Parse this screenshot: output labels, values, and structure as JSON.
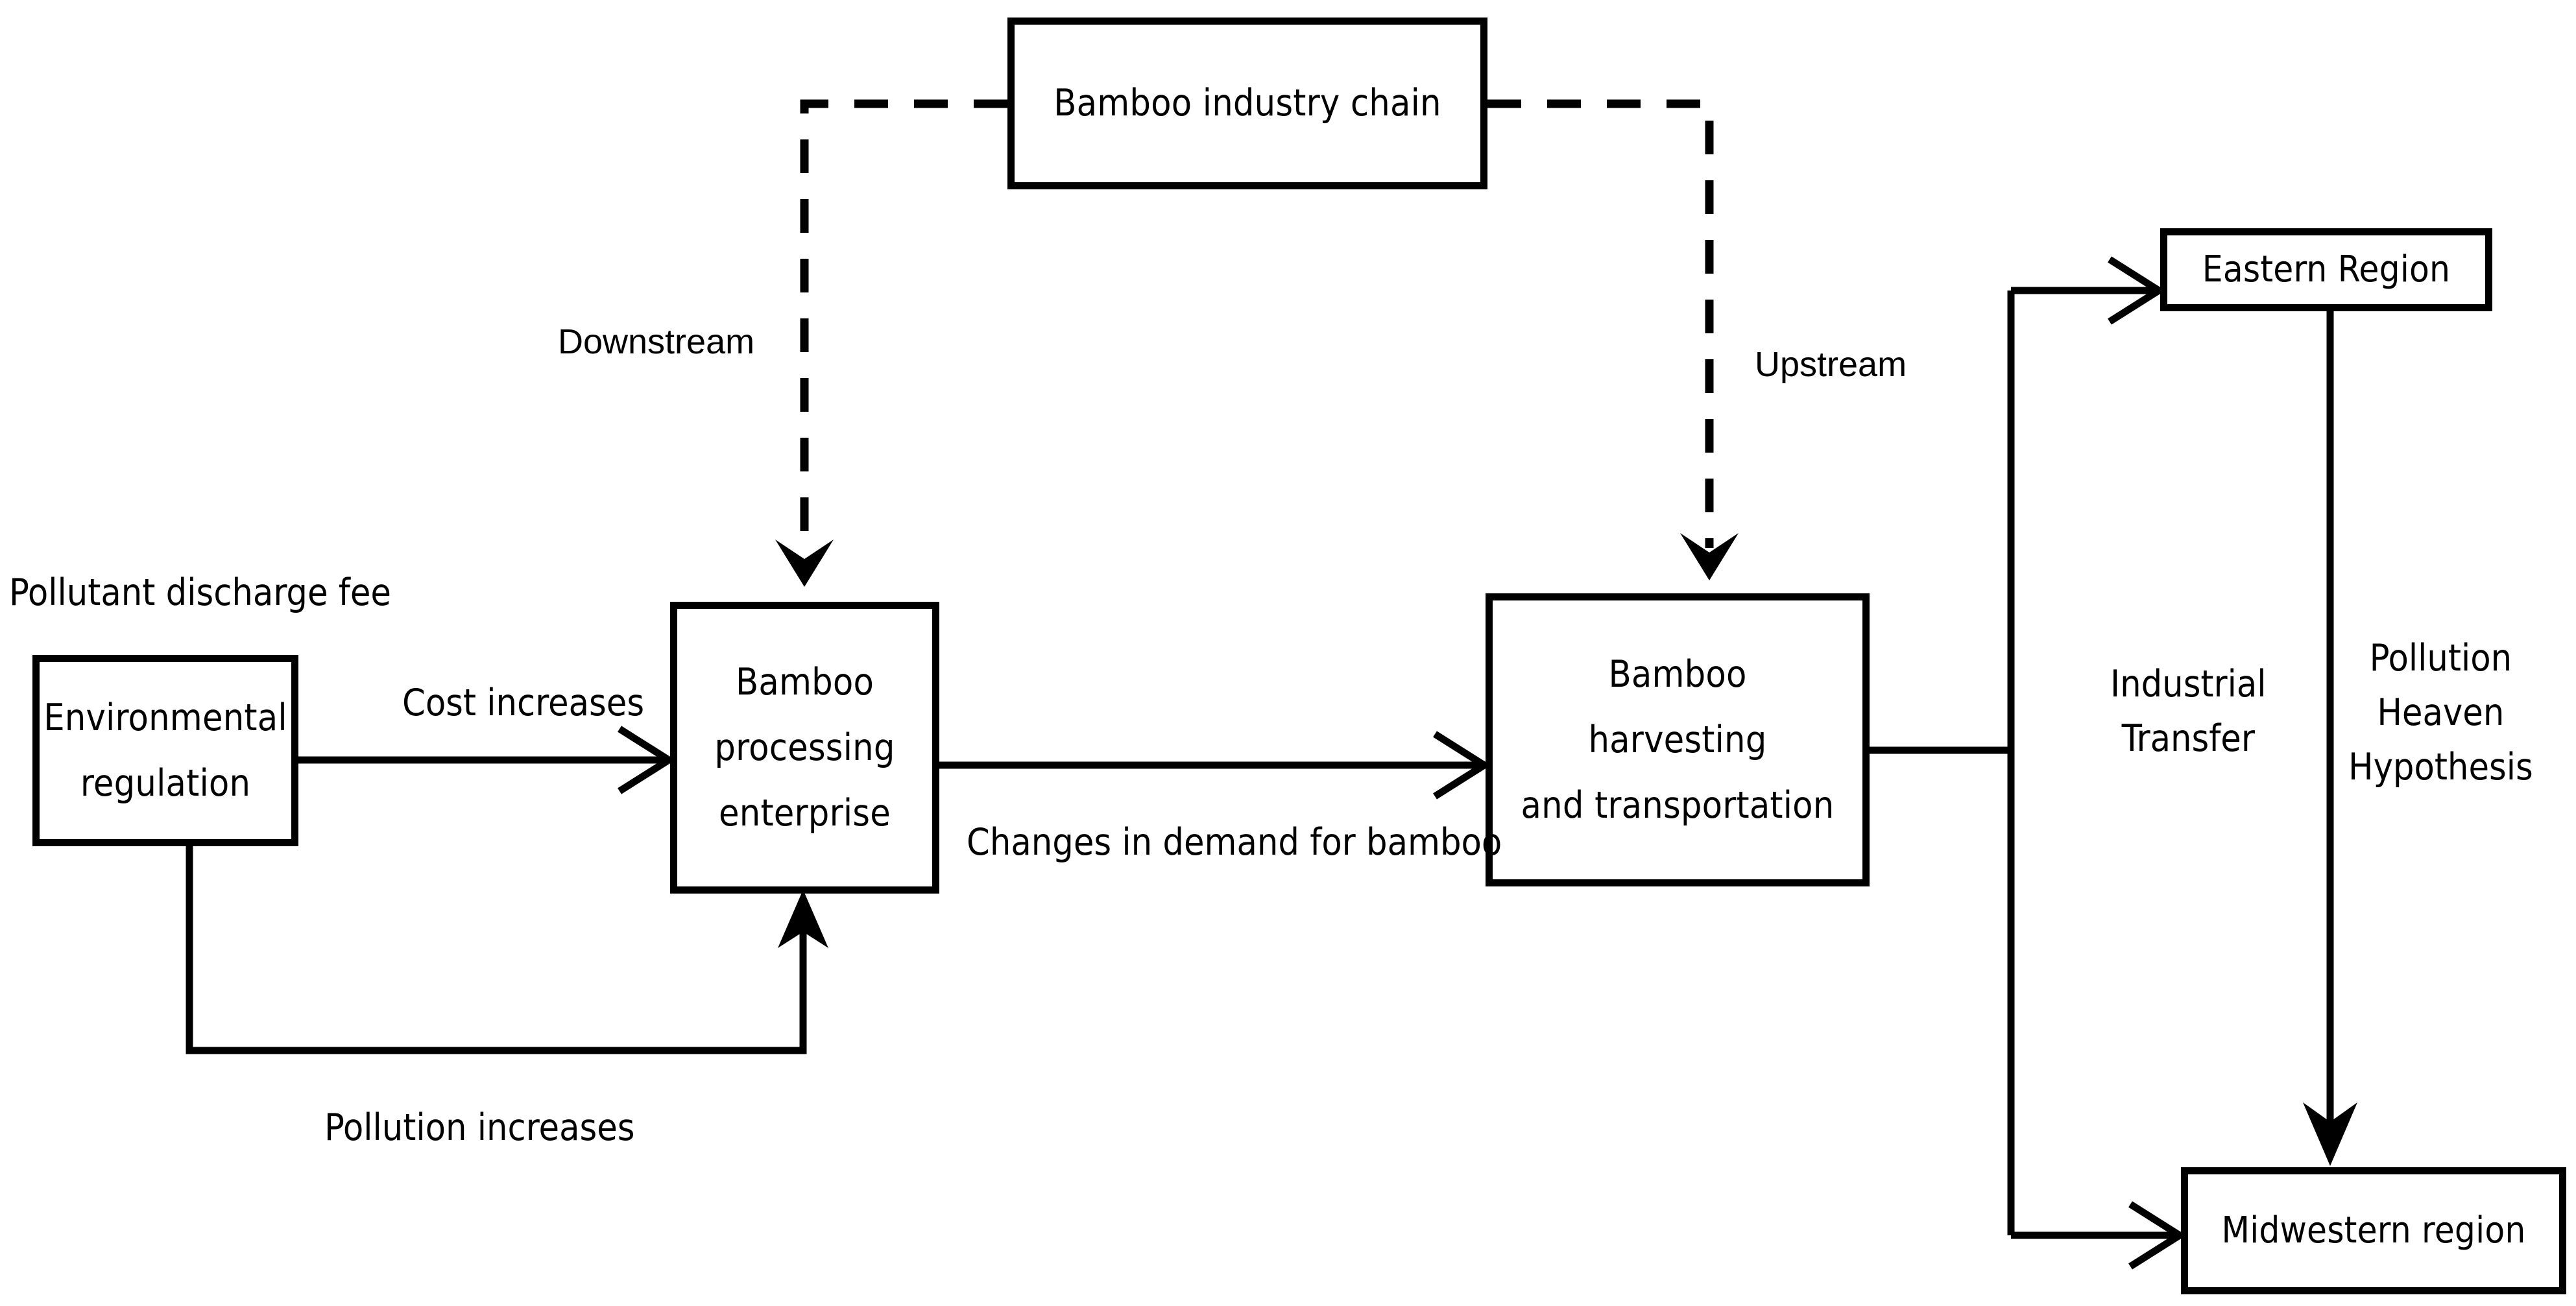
{
  "diagram": {
    "title": "Environmental regulation and the bamboo industry chain",
    "background_color": "#ffffff",
    "line_color": "#000000",
    "nodes": [
      {
        "id": "industry_chain",
        "label": "Bamboo industry chain"
      },
      {
        "id": "environmental_regulation",
        "lines": [
          "Environmental",
          "regulation"
        ]
      },
      {
        "id": "processing_enterprise",
        "lines": [
          "Bamboo",
          "processing",
          "enterprise"
        ]
      },
      {
        "id": "harvesting",
        "lines": [
          "Bamboo",
          "harvesting",
          "and transportation"
        ]
      },
      {
        "id": "eastern_region",
        "label": "Eastern Region"
      },
      {
        "id": "midwestern_region",
        "label": "Midwestern region"
      }
    ],
    "edge_labels": {
      "pollutant_discharge_fee": "Pollutant discharge fee",
      "cost_increases": "Cost increases",
      "demand_change": "Changes in demand for bamboo",
      "pollution_increases": "Pollution increases",
      "downstream": "Downstream",
      "upstream": "Upstream",
      "industrial_transfer": [
        "Industrial",
        "Transfer"
      ],
      "pollution_heaven_hypothesis": [
        "Pollution",
        "Heaven",
        "Hypothesis"
      ]
    },
    "edges": [
      {
        "from": "environmental_regulation",
        "to": "processing_enterprise",
        "label": "Cost increases",
        "style": "solid",
        "arrow": "open"
      },
      {
        "from": "processing_enterprise",
        "to": "harvesting",
        "label": "Changes in demand for bamboo",
        "style": "solid",
        "arrow": "open"
      },
      {
        "from": "environmental_regulation",
        "to": "processing_enterprise",
        "label": "Pollution increases",
        "style": "solid",
        "arrow": "solid",
        "routing": "down-right-up"
      },
      {
        "from": "industry_chain",
        "to": "processing_enterprise",
        "label": "Downstream",
        "style": "dashed",
        "arrow": "open"
      },
      {
        "from": "industry_chain",
        "to": "harvesting",
        "label": "Upstream",
        "style": "dashed",
        "arrow": "open"
      },
      {
        "from": "harvesting",
        "to": "eastern_region",
        "label": "Industrial Transfer",
        "style": "solid",
        "arrow": "open"
      },
      {
        "from": "harvesting",
        "to": "midwestern_region",
        "label": "Industrial Transfer",
        "style": "solid",
        "arrow": "open"
      },
      {
        "from": "eastern_region",
        "to": "midwestern_region",
        "label": "Pollution Heaven Hypothesis",
        "style": "solid",
        "arrow": "solid"
      }
    ]
  }
}
